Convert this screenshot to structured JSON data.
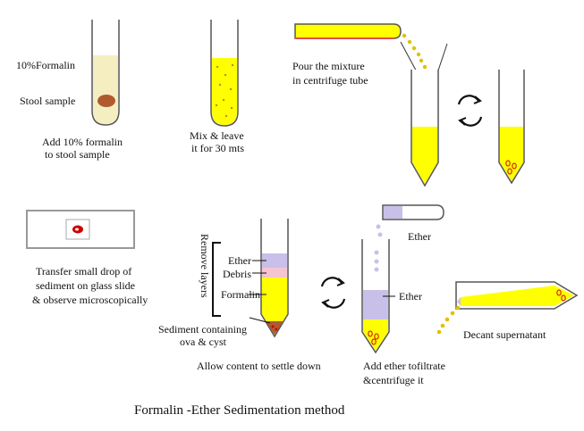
{
  "diagram": {
    "title": "Formalin -Ether Sedimentation method",
    "colors": {
      "yellow": "#ffff00",
      "beige": "#f5eec0",
      "lavender": "#c8c0e8",
      "pink": "#f4c4d0",
      "brown": "#b05a30",
      "red": "#cc0000",
      "outline": "#555555"
    },
    "steps": {
      "step1": {
        "formalin_label": "10%Formalin",
        "stool_label": "Stool sample",
        "caption_line1": "Add 10% formalin",
        "caption_line2": "to stool sample"
      },
      "step2": {
        "caption_line1": "Mix & leave",
        "caption_line2": "it for 30 mts"
      },
      "step3": {
        "caption_line1": "Pour the mixture",
        "caption_line2": "in centrifuge tube"
      },
      "step4": {
        "ether_tube_label": "Ether",
        "ether_layer_label": "Ether",
        "caption_line1": "Add ether tofiltrate",
        "caption_line2": "&centrifuge it"
      },
      "step5": {
        "caption": "Decant supernatant"
      },
      "step6": {
        "remove_layers_label": "Remove layers",
        "ether_label": "Ether",
        "debris_label": "Debris",
        "formalin_label": "Formalin",
        "sediment_line1": "Sediment containing",
        "sediment_line2": "ova & cyst",
        "caption": "Allow content to settle down"
      },
      "step7": {
        "caption_line1": "Transfer small drop of",
        "caption_line2": "sediment on glass slide",
        "caption_line3": "& observe microscopically"
      }
    }
  }
}
